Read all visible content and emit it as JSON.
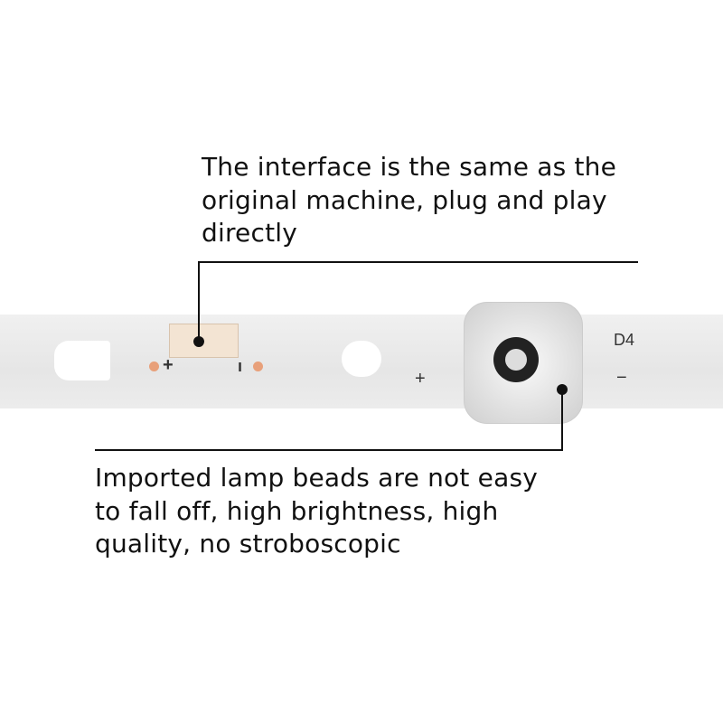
{
  "callouts": {
    "interface": {
      "lines": [
        "The interface is the same as the",
        "original machine, plug and play",
        "directly"
      ]
    },
    "lamp_beads": {
      "lines": [
        "Imported lamp beads are not easy",
        "to fall off, high brightness, high",
        "quality, no stroboscopic"
      ]
    }
  },
  "board_labels": {
    "connector_plus": "+",
    "connector_minus": "ı",
    "led_plus": "+",
    "led_id": "D4",
    "led_minus": "−"
  }
}
